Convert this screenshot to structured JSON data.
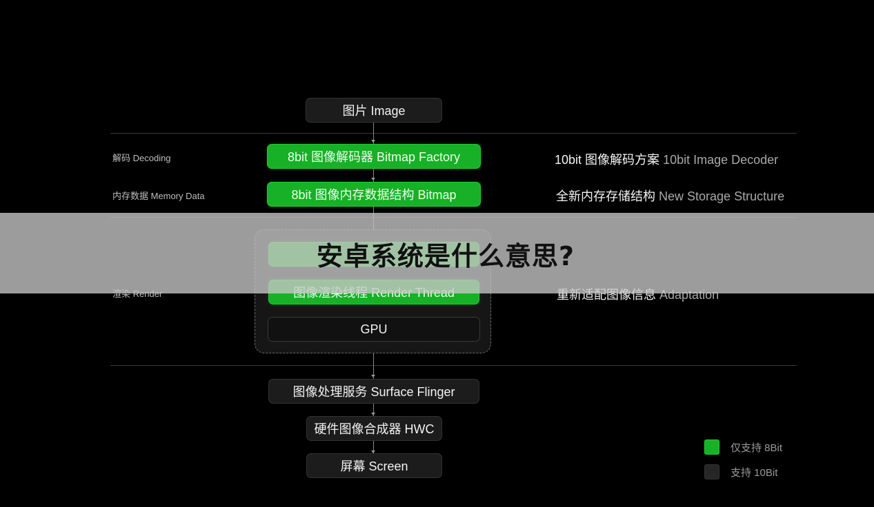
{
  "diagram": {
    "nodes": {
      "image": "图片 Image",
      "decoder": "8bit 图像解码器 Bitmap Factory",
      "bitmap": "8bit 图像内存数据结构 Bitmap",
      "hidden_green": "",
      "render_thread": "图像渲染线程 Render Thread",
      "gpu": "GPU",
      "surface_flinger": "图像处理服务 Surface Flinger",
      "hwc": "硬件图像合成器 HWC",
      "screen": "屏幕 Screen"
    },
    "row_labels": {
      "decoding": "解码 Decoding",
      "memory": "内存数据 Memory Data",
      "render": "渲染 Render"
    },
    "side_notes": {
      "decoder": {
        "zh": "10bit 图像解码方案",
        "en": "10bit Image Decoder"
      },
      "storage": {
        "zh": "全新内存存储结构",
        "en": "New Storage Structure"
      },
      "adaptation": {
        "zh": "重新适配图像信息",
        "en": "Adaptation"
      }
    },
    "legend": [
      {
        "label": "仅支持 8Bit",
        "color": "#17b026"
      },
      {
        "label": "支持 10Bit",
        "color": "#262626"
      }
    ]
  },
  "banner": {
    "title": "安卓系统是什么意思?"
  }
}
